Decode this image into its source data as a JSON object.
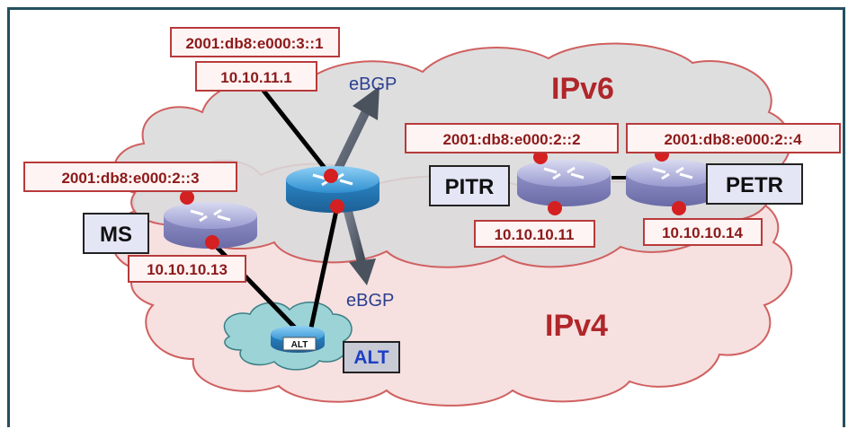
{
  "clouds": {
    "ipv6_label": "IPv6",
    "ipv4_label": "IPv4",
    "ipv6_color": "#d9d9db",
    "ipv4_color": "#f6e0e0",
    "outline_color": "#d06060"
  },
  "protocols": {
    "ebgp_upper": "eBGP",
    "ebgp_lower": "eBGP"
  },
  "nodes": {
    "center_router": {
      "ipv6": "2001:db8:e000:3::1",
      "ipv4": "10.10.11.1"
    },
    "ms": {
      "name": "MS",
      "ipv6": "2001:db8:e000:2::3",
      "ipv4": "10.10.10.13"
    },
    "pitr": {
      "name": "PITR",
      "ipv6": "2001:db8:e000:2::2",
      "ipv4": "10.10.10.11"
    },
    "petr": {
      "name": "PETR",
      "ipv6": "2001:db8:e000:2::4",
      "ipv4": "10.10.10.14"
    },
    "alt": {
      "name": "ALT",
      "router_label": "ALT"
    }
  },
  "colors": {
    "router_blue": "#2f8fd0",
    "router_purple": "#8f90c8",
    "interface_dot": "#d42020",
    "label_box_border": "#b83a3a",
    "alt_cloud": "#9cd3d6"
  }
}
